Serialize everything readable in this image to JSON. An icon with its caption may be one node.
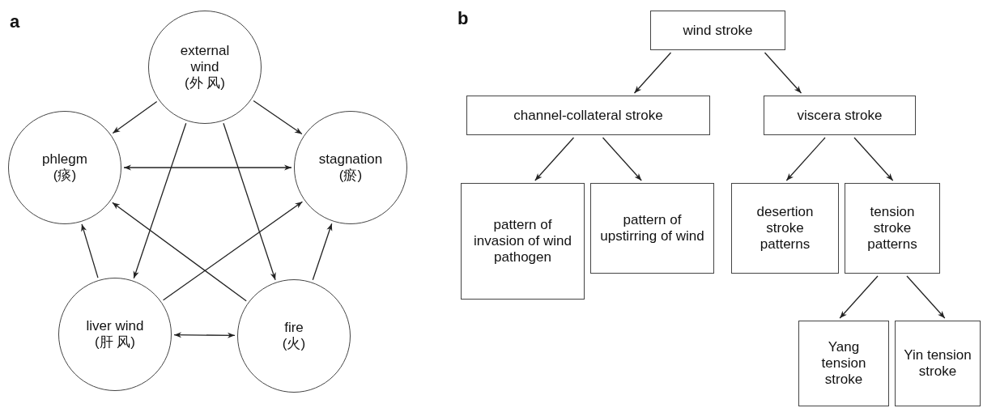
{
  "diagram": {
    "nodes": [
      {
        "text": [
          "external wind",
          "(外 风)"
        ]
      },
      {
        "text": [
          "phlegm",
          "(痰)"
        ]
      },
      {
        "text": [
          "stagnation",
          "(瘀)"
        ]
      },
      {
        "text": [
          "liver wind",
          "(肝 风)"
        ]
      },
      {
        "text": [
          "fire",
          "(火)"
        ]
      },
      {
        "text": [
          "wind stroke"
        ]
      },
      {
        "text": [
          "channel-collateral stroke"
        ]
      },
      {
        "text": [
          "viscera stroke"
        ]
      },
      {
        "text": [
          "pattern of invasion of wind pathogen"
        ]
      },
      {
        "text": [
          "pattern of upstirring of wind"
        ]
      },
      {
        "text": [
          "desertion stroke patterns"
        ]
      },
      {
        "text": [
          "tension stroke patterns"
        ]
      },
      {
        "text": [
          "Yang tension stroke"
        ]
      },
      {
        "text": [
          "Yin tension stroke"
        ]
      }
    ],
    "edges": [
      {
        "from": 0,
        "to": 1,
        "arrow": "to"
      },
      {
        "from": 0,
        "to": 2,
        "arrow": "to"
      },
      {
        "from": 1,
        "to": 2,
        "arrow": "both"
      },
      {
        "from": 0,
        "to": 3,
        "arrow": "to"
      },
      {
        "from": 0,
        "to": 4,
        "arrow": "to"
      },
      {
        "from": 3,
        "to": 1,
        "arrow": "to"
      },
      {
        "from": 4,
        "to": 1,
        "arrow": "to"
      },
      {
        "from": 3,
        "to": 2,
        "arrow": "to"
      },
      {
        "from": 4,
        "to": 2,
        "arrow": "to"
      },
      {
        "from": 3,
        "to": 4,
        "arrow": "both"
      },
      {
        "from": 5,
        "to": 6,
        "arrow": "to"
      },
      {
        "from": 5,
        "to": 7,
        "arrow": "to"
      },
      {
        "from": 6,
        "to": 8,
        "arrow": "to"
      },
      {
        "from": 6,
        "to": 9,
        "arrow": "to"
      },
      {
        "from": 7,
        "to": 10,
        "arrow": "to"
      },
      {
        "from": 7,
        "to": 11,
        "arrow": "to"
      },
      {
        "from": 11,
        "to": 12,
        "arrow": "to"
      },
      {
        "from": 11,
        "to": 13,
        "arrow": "to"
      }
    ],
    "labels": [
      "a",
      "b"
    ]
  }
}
